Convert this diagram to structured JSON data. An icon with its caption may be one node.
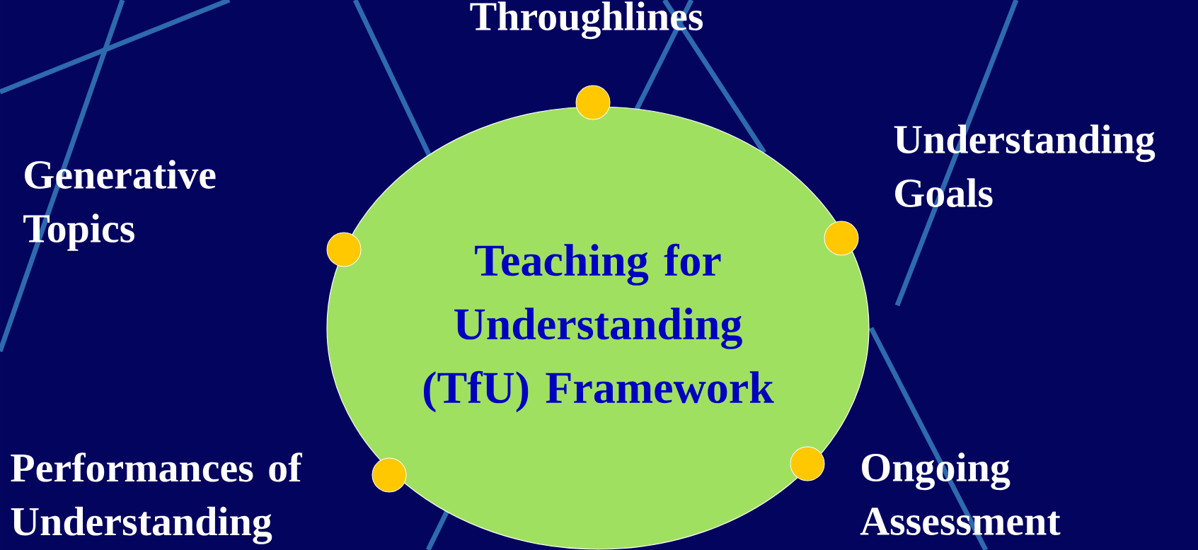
{
  "diagram": {
    "nodes": [
      {
        "text": [
          "Teaching for Understanding (TfU) Framework"
        ]
      }
    ],
    "labels": [
      "Throughlines",
      "Generative Topics",
      "Understanding Goals",
      "Performances of Understanding",
      "Ongoing Assessment"
    ]
  }
}
